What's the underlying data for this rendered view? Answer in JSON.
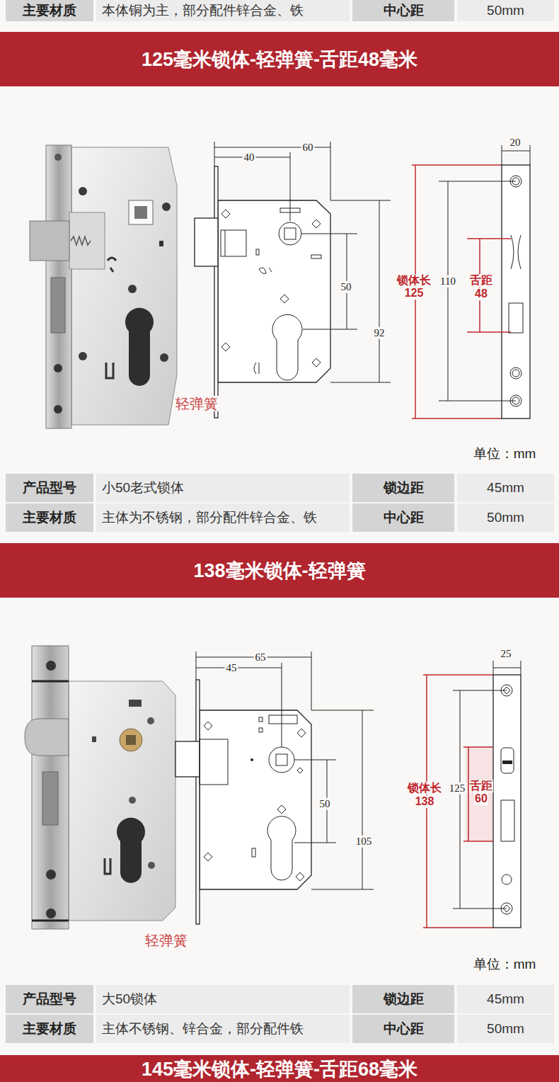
{
  "diagram": {
    "nodes": [
      {
        "text": [
          "125毫米锁体-轻弹簧-舌距48毫米"
        ]
      },
      {
        "text": [
          "138毫米锁体-轻弹簧"
        ]
      },
      {
        "text": [
          "145毫米锁体-轻弹簧-舌距68毫米"
        ]
      }
    ],
    "labels": [
      "主要材质",
      "本体铜为主，部分配件锌合金、铁",
      "中心距",
      "50mm",
      "轻弹簧",
      "40",
      "60",
      "50",
      "92",
      "20",
      "锁体长",
      "125",
      "110",
      "舌距",
      "48",
      "单位：mm",
      "产品型号",
      "小50老式锁体",
      "锁边距",
      "45mm",
      "主要材质",
      "主体为不锈钢，部分配件锌合金、铁",
      "中心距",
      "50mm",
      "轻弹簧",
      "65",
      "45",
      "50",
      "105",
      "25",
      "锁体长",
      "138",
      "125",
      "舌距",
      "60",
      "单位：mm",
      "产品型号",
      "大50锁体",
      "锁边距",
      "45mm",
      "主要材质",
      "主体不锈钢、锌合金，部分配件铁",
      "中心距",
      "50mm"
    ]
  }
}
